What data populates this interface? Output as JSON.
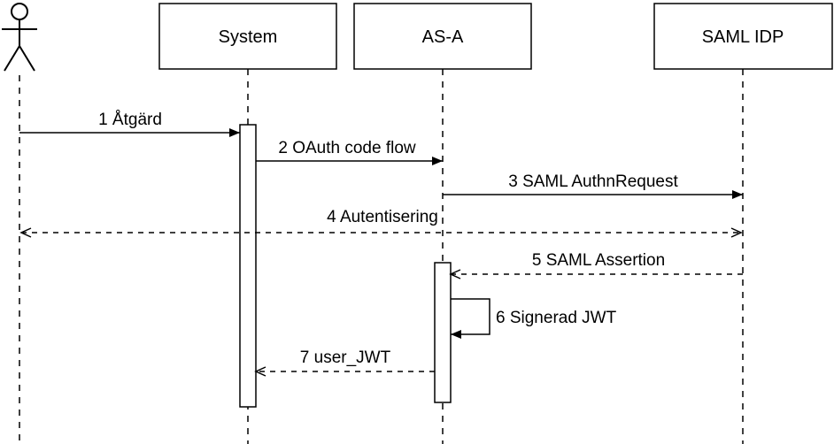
{
  "diagram": {
    "kind": "uml-sequence-diagram",
    "background_color": "#ffffff",
    "line_color": "#000000",
    "participants": [
      {
        "id": "user",
        "type": "actor",
        "label": ""
      },
      {
        "id": "system",
        "type": "lifeline-box",
        "label": "System"
      },
      {
        "id": "as_a",
        "type": "lifeline-box",
        "label": "AS-A"
      },
      {
        "id": "saml_idp",
        "type": "lifeline-box",
        "label": "SAML IDP"
      }
    ],
    "messages": [
      {
        "label": "1 Åtgärd",
        "from": "user",
        "to": "System",
        "line": "solid",
        "arrow": "filled"
      },
      {
        "label": "2 OAuth code flow",
        "from": "System",
        "to": "AS-A",
        "line": "solid",
        "arrow": "filled"
      },
      {
        "label": "3 SAML AuthnRequest",
        "from": "AS-A",
        "to": "SAML IDP",
        "line": "solid",
        "arrow": "filled"
      },
      {
        "label": "4 Autentisering",
        "from": "SAML IDP",
        "to": "user",
        "line": "dashed",
        "arrow": "open-both-ends"
      },
      {
        "label": "5 SAML Assertion",
        "from": "SAML IDP",
        "to": "AS-A",
        "line": "dashed",
        "arrow": "open"
      },
      {
        "label": "6 Signerad JWT",
        "from": "AS-A",
        "to": "AS-A",
        "line": "solid",
        "arrow": "filled",
        "self_message": true
      },
      {
        "label": "7 user_JWT",
        "from": "AS-A",
        "to": "System",
        "line": "dashed",
        "arrow": "open"
      }
    ],
    "activations": [
      {
        "on": "System"
      },
      {
        "on": "AS-A"
      }
    ]
  }
}
